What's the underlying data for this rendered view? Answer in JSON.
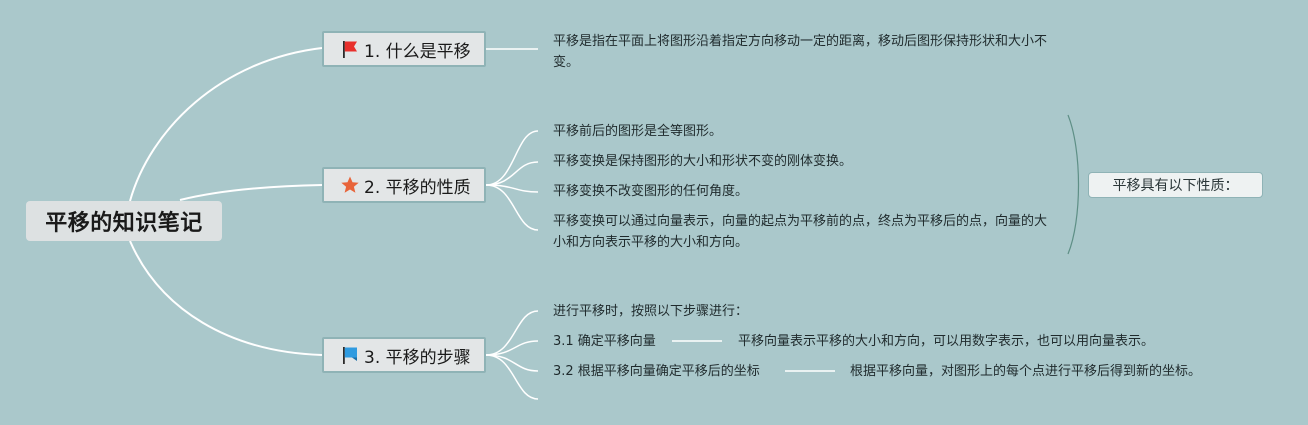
{
  "root": {
    "title": "平移的知识笔记"
  },
  "topics": [
    {
      "label": "1. 什么是平移",
      "icon": "red-flag-icon",
      "items": [
        "平移是指在平面上将图形沿着指定方向移动一定的距离，移动后图形保持形状和大小不变。"
      ]
    },
    {
      "label": "2. 平移的性质",
      "icon": "orange-star-icon",
      "items": [
        "平移前后的图形是全等图形。",
        "平移变换是保持图形的大小和形状不变的刚体变换。",
        "平移变换不改变图形的任何角度。",
        "平移变换可以通过向量表示，向量的起点为平移前的点，终点为平移后的点，向量的大小和方向表示平移的大小和方向。"
      ],
      "summary": "平移具有以下性质："
    },
    {
      "label": "3. 平移的步骤",
      "icon": "blue-flag-icon",
      "items": [
        "进行平移时，按照以下步骤进行：",
        "3.1 确定平移向量",
        "3.2 根据平移向量确定平移后的坐标",
        ""
      ],
      "details": [
        "平移向量表示平移的大小和方向，可以用数字表示，也可以用向量表示。",
        "根据平移向量，对图形上的每个点进行平移后得到新的坐标。"
      ]
    }
  ],
  "colors": {
    "background": "#aac8cb",
    "connector": "#ffffff",
    "bracket": "#5e8f86",
    "flag_red": "#e8302c",
    "star_orange": "#e8643a",
    "flag_blue": "#2f9be0"
  }
}
